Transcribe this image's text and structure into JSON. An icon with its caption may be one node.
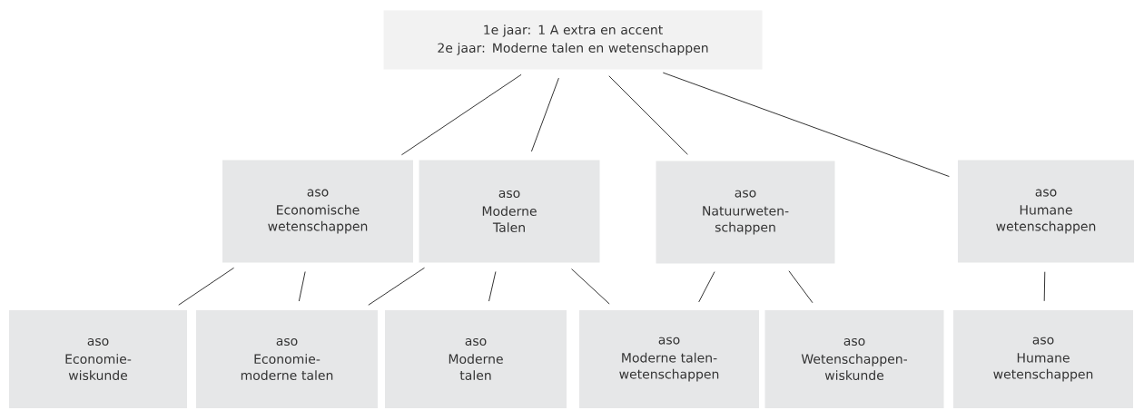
{
  "diagram": {
    "nodes": [
      {
        "text": [
          "1e jaar: 1 A extra en accent",
          "2e jaar: Moderne talen en wetenschappen"
        ]
      },
      {
        "text": [
          "aso",
          "Economische wetenschappen"
        ]
      },
      {
        "text": [
          "aso",
          "Moderne Talen"
        ]
      },
      {
        "text": [
          "aso",
          "Natuurweten- schappen"
        ]
      },
      {
        "text": [
          "aso",
          "Humane wetenschappen"
        ]
      },
      {
        "text": [
          "aso",
          "Economie- wiskunde"
        ]
      },
      {
        "text": [
          "aso",
          "Economie- moderne talen"
        ]
      },
      {
        "text": [
          "aso",
          "Moderne talen"
        ]
      },
      {
        "text": [
          "aso",
          "Moderne talen- wetenschappen"
        ]
      },
      {
        "text": [
          "aso",
          "Wetenschappen- wiskunde"
        ]
      },
      {
        "text": [
          "aso",
          "Humane wetenschappen"
        ]
      }
    ],
    "edges": [
      {
        "from": 0,
        "to": 1,
        "arrow": "none"
      },
      {
        "from": 0,
        "to": 2,
        "arrow": "none"
      },
      {
        "from": 0,
        "to": 3,
        "arrow": "none"
      },
      {
        "from": 0,
        "to": 4,
        "arrow": "none"
      },
      {
        "from": 1,
        "to": 5,
        "arrow": "none"
      },
      {
        "from": 1,
        "to": 6,
        "arrow": "none"
      },
      {
        "from": 2,
        "to": 6,
        "arrow": "none"
      },
      {
        "from": 2,
        "to": 7,
        "arrow": "none"
      },
      {
        "from": 2,
        "to": 8,
        "arrow": "none"
      },
      {
        "from": 3,
        "to": 8,
        "arrow": "none"
      },
      {
        "from": 3,
        "to": 9,
        "arrow": "none"
      },
      {
        "from": 4,
        "to": 10,
        "arrow": "none"
      }
    ]
  }
}
